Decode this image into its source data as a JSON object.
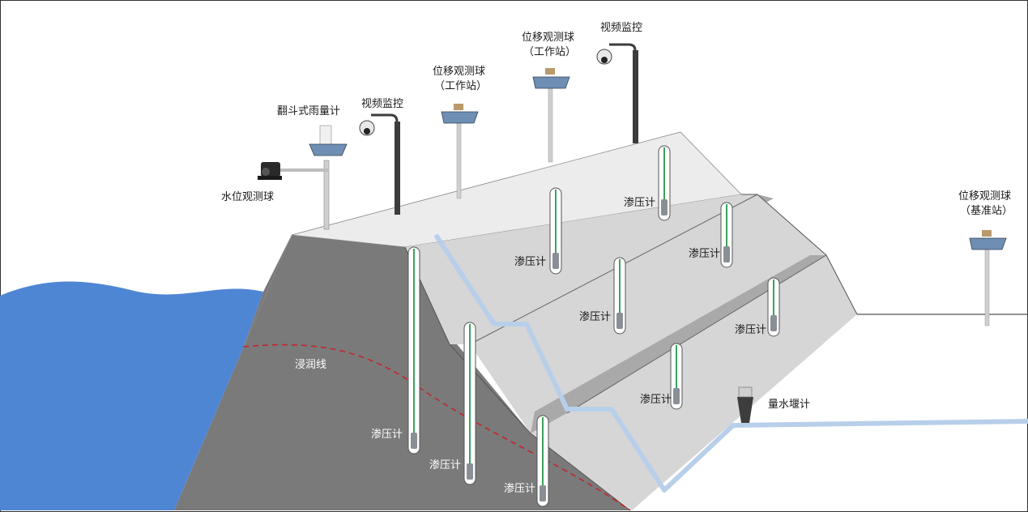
{
  "colors": {
    "water": "#4f86d4",
    "dam_dark": "#7a7a7a",
    "dam_mid": "#a9a9a9",
    "dam_light": "#d6d6d6",
    "crest": "#ececec",
    "seepage_line": "#c0272d",
    "drain": "#b8cfea",
    "pipe_green": "#3aa35a"
  },
  "labels": {
    "rain_gauge": "翻斗式雨量计",
    "water_level_ball": "水位观测球",
    "video_1": "视频监控",
    "video_2": "视频监控",
    "disp_work_1_l1": "位移观测球",
    "disp_work_1_l2": "（工作站）",
    "disp_work_2_l1": "位移观测球",
    "disp_work_2_l2": "（工作站）",
    "disp_base_l1": "位移观测球",
    "disp_base_l2": "（基准站）",
    "seepage_line": "浸润线",
    "weir": "量水堰计",
    "piezo": "渗压计"
  }
}
